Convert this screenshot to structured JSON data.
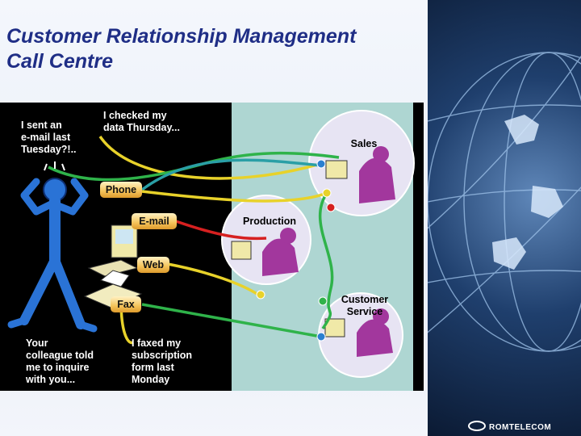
{
  "slide": {
    "title_lines": [
      "Customer Relationship Management",
      "Call Centre"
    ],
    "colors": {
      "title": "#1f2e86",
      "teal_panel": "#aed6d2",
      "pill": "#f4c35a",
      "line_yellow": "#e8d22a",
      "line_green": "#2fb34a",
      "line_red": "#d62020",
      "line_teal": "#2a9fa6"
    }
  },
  "quotes": {
    "email_complaint": [
      "I sent an",
      "e-mail last",
      "Tuesday?!.."
    ],
    "data_check": [
      "I checked  my",
      "data Thursday..."
    ],
    "colleague": [
      "Your",
      "colleague told",
      "me to inquire",
      "with you..."
    ],
    "fax_complaint": [
      "I faxed my",
      "subscription",
      "form last",
      "Monday"
    ]
  },
  "channels": {
    "phone": "Phone",
    "email": "E-mail",
    "web": "Web",
    "fax": "Fax"
  },
  "departments": {
    "sales": "Sales",
    "production": "Production",
    "customer_service": [
      "Customer",
      "Service"
    ]
  },
  "brand": {
    "logo_text": "ROMTELECOM"
  },
  "icons": [
    "confused-person-icon",
    "computer-icon",
    "fax-machine-icon",
    "agent-workstation-icon",
    "globe-icon"
  ]
}
